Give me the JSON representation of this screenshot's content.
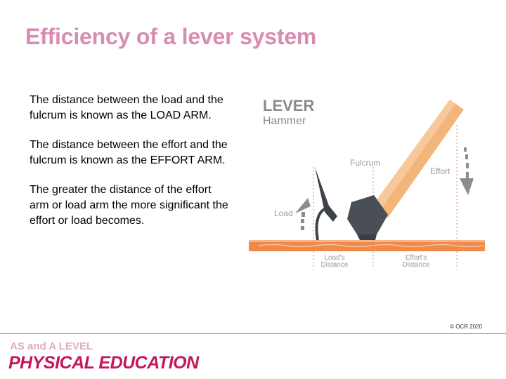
{
  "slide": {
    "title": "Efficiency of a lever system",
    "paragraphs": [
      "The distance between the load and the fulcrum is known as the LOAD ARM.",
      "The distance between the effort and the fulcrum is known as the EFFORT ARM.",
      "The greater the distance of the effort arm or load arm the more significant the effort or load becomes."
    ]
  },
  "diagram": {
    "heading": "LEVER",
    "subheading": "Hammer",
    "labels": {
      "fulcrum": "Fulcrum",
      "effort": "Effort",
      "load": "Load",
      "load_distance": [
        "Load's",
        "Distance"
      ],
      "effort_distance": [
        "Effort's",
        "Distance"
      ]
    },
    "colors": {
      "handle": "#f2b57a",
      "head": "#4a4f57",
      "board": "#f08a4b",
      "arrow": "#8c8c8c",
      "label": "#9a9a9a"
    }
  },
  "copyright": "© OCR 2020",
  "footer": {
    "line1": "AS and A LEVEL",
    "line2": "PHYSICAL EDUCATION"
  }
}
